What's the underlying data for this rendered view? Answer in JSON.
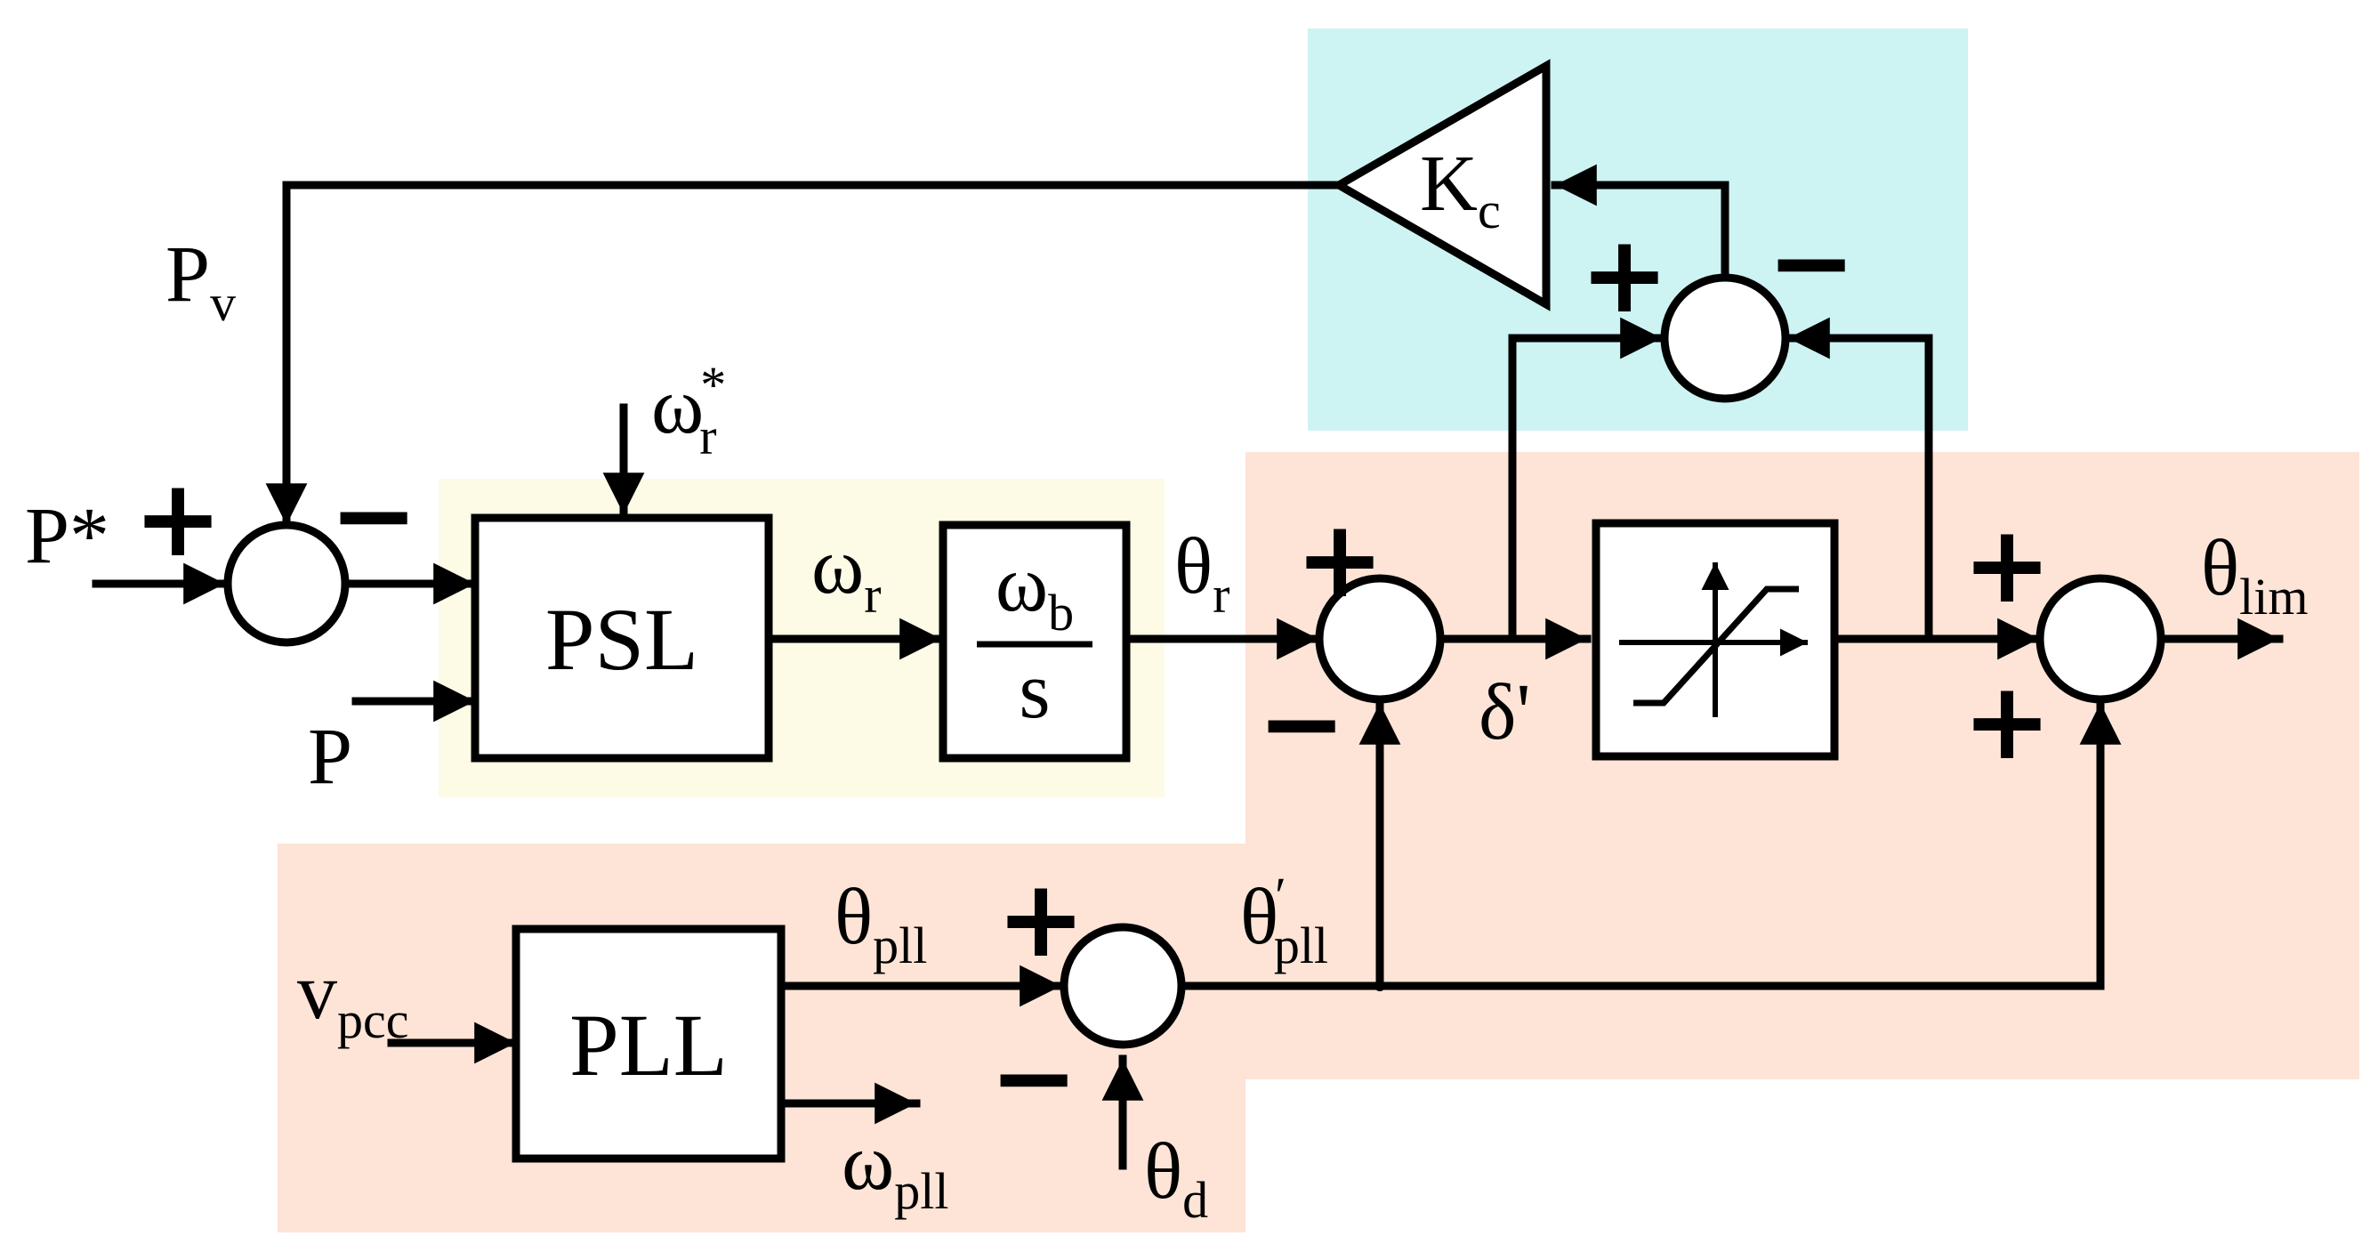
{
  "colors": {
    "psl_region": "#fdfbe6",
    "limit_region": "#fde4d6",
    "kc_region": "#cdf3f3",
    "line": "#000000"
  },
  "inputs": {
    "p_ref": "P*",
    "p": "P",
    "omega_r_ref": {
      "base": "ω",
      "sub": "r",
      "sup": "*"
    },
    "v_pcc": {
      "base": "v",
      "sub": "pcc"
    },
    "theta_d": {
      "base": "θ",
      "sub": "d"
    }
  },
  "signals": {
    "p_v": {
      "base": "P",
      "sub": "v"
    },
    "omega_r": {
      "base": "ω",
      "sub": "r"
    },
    "theta_r": {
      "base": "θ",
      "sub": "r"
    },
    "delta_prime": "δ'",
    "theta_pll": {
      "base": "θ",
      "sub": "pll"
    },
    "theta_pll_prime": {
      "base": "θ",
      "sub": "pll",
      "sup": "′"
    },
    "omega_pll": {
      "base": "ω",
      "sub": "pll"
    },
    "theta_lim": {
      "base": "θ",
      "sub": "lim"
    }
  },
  "blocks": {
    "psl": "PSL",
    "pll": "PLL",
    "integrator": {
      "numerator": {
        "base": "ω",
        "sub": "b"
      },
      "denominator": "s"
    },
    "gain": {
      "base": "K",
      "sub": "c"
    },
    "limiter": "saturation-icon"
  },
  "signs": {
    "plus": "+",
    "minus": "−"
  }
}
